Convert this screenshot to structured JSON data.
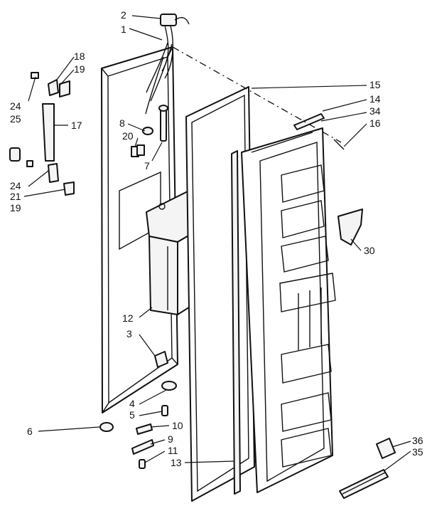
{
  "diagram": {
    "callouts": [
      {
        "id": "c2",
        "text": "2"
      },
      {
        "id": "c1",
        "text": "1"
      },
      {
        "id": "c18",
        "text": "18"
      },
      {
        "id": "c19a",
        "text": "19"
      },
      {
        "id": "c24a",
        "text": "24"
      },
      {
        "id": "c25",
        "text": "25"
      },
      {
        "id": "c17",
        "text": "17"
      },
      {
        "id": "c8",
        "text": "8"
      },
      {
        "id": "c20",
        "text": "20"
      },
      {
        "id": "c7",
        "text": "7"
      },
      {
        "id": "c24b",
        "text": "24"
      },
      {
        "id": "c21",
        "text": "21"
      },
      {
        "id": "c19b",
        "text": "19"
      },
      {
        "id": "c15",
        "text": "15"
      },
      {
        "id": "c14",
        "text": "14"
      },
      {
        "id": "c34",
        "text": "34"
      },
      {
        "id": "c16",
        "text": "16"
      },
      {
        "id": "c30",
        "text": "30"
      },
      {
        "id": "c12",
        "text": "12"
      },
      {
        "id": "c3",
        "text": "3"
      },
      {
        "id": "c4",
        "text": "4"
      },
      {
        "id": "c5",
        "text": "5"
      },
      {
        "id": "c6",
        "text": "6"
      },
      {
        "id": "c10",
        "text": "10"
      },
      {
        "id": "c9",
        "text": "9"
      },
      {
        "id": "c11",
        "text": "11"
      },
      {
        "id": "c13",
        "text": "13"
      },
      {
        "id": "c36",
        "text": "36"
      },
      {
        "id": "c35",
        "text": "35"
      }
    ]
  }
}
